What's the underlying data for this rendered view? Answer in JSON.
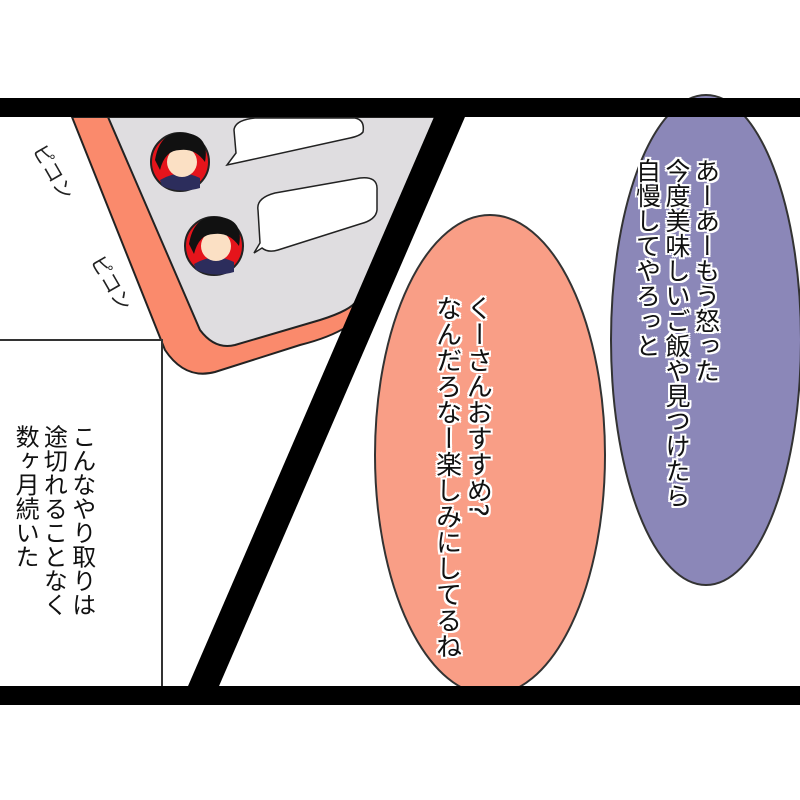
{
  "sfx": [
    "ピコン",
    "ピコン"
  ],
  "narration": {
    "lines": [
      "こんなやり取りは",
      "途切れることなく",
      "数ヶ月続いた"
    ]
  },
  "bubble_orange": {
    "lines": [
      "くーさんおすすめ?",
      "なんだろなー楽しみにしてるね"
    ]
  },
  "bubble_purple": {
    "lines": [
      "あーあーもう怒った",
      "今度美味しいご飯や見つけたら",
      "自慢してやろっと"
    ]
  },
  "colors": {
    "purple": "#8b87b8",
    "orange": "#f99e86",
    "phone_frame": "#fa8a6c",
    "screen": "#dfdde0",
    "border": "#000000"
  }
}
